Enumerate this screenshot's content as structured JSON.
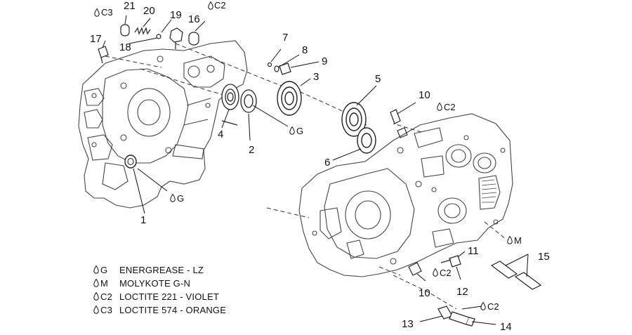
{
  "callouts": {
    "c1": "1",
    "c2": "2",
    "c3": "3",
    "c4": "4",
    "c5": "5",
    "c6": "6",
    "c7": "7",
    "c8": "8",
    "c9": "9",
    "c10a": "10",
    "c10b": "10",
    "c11": "11",
    "c12": "12",
    "c13": "13",
    "c14": "14",
    "c15": "15",
    "c16": "16",
    "c17": "17",
    "c18": "18",
    "c19": "19",
    "c20": "20",
    "c21": "21"
  },
  "markers": {
    "m_c3_top": "C3",
    "m_c2_top": "C2",
    "m_g_bearing": "G",
    "m_c2_10": "C2",
    "m_g_seal": "G",
    "m_m_15": "M",
    "m_c2_12": "C2",
    "m_c2_14": "C2"
  },
  "legend": [
    {
      "symbol": "G",
      "text": "ENERGREASE - LZ"
    },
    {
      "symbol": "M",
      "text": "MOLYKOTE G-N"
    },
    {
      "symbol": "C2",
      "text": "LOCTITE 221 - VIOLET"
    },
    {
      "symbol": "C3",
      "text": "LOCTITE 574 - ORANGE"
    }
  ]
}
